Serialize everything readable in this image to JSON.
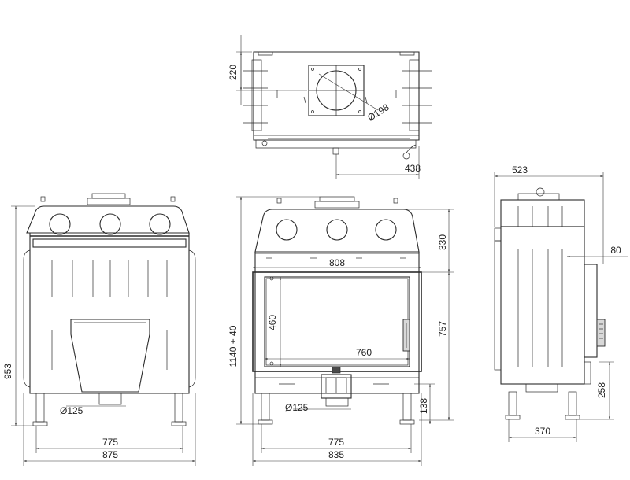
{
  "top_view": {
    "dim_height": "220",
    "dim_diameter": "Ø198",
    "dim_offset": "438"
  },
  "front_view_left": {
    "dim_height": "953",
    "dim_pipe": "Ø125",
    "dim_inner_width": "775",
    "dim_outer_width": "875"
  },
  "front_view_center": {
    "dim_height_total": "1140 + 40",
    "dim_top_height": "330",
    "dim_glass_width": "808",
    "dim_glass_height": "460",
    "dim_inner_glass_width": "760",
    "dim_opening_height": "757",
    "dim_pipe": "Ø125",
    "dim_foot_height": "138",
    "dim_inner_width": "775",
    "dim_outer_width": "835"
  },
  "side_view": {
    "dim_depth": "523",
    "dim_outlet": "80",
    "dim_inlet_height": "258",
    "dim_base_depth": "370"
  }
}
